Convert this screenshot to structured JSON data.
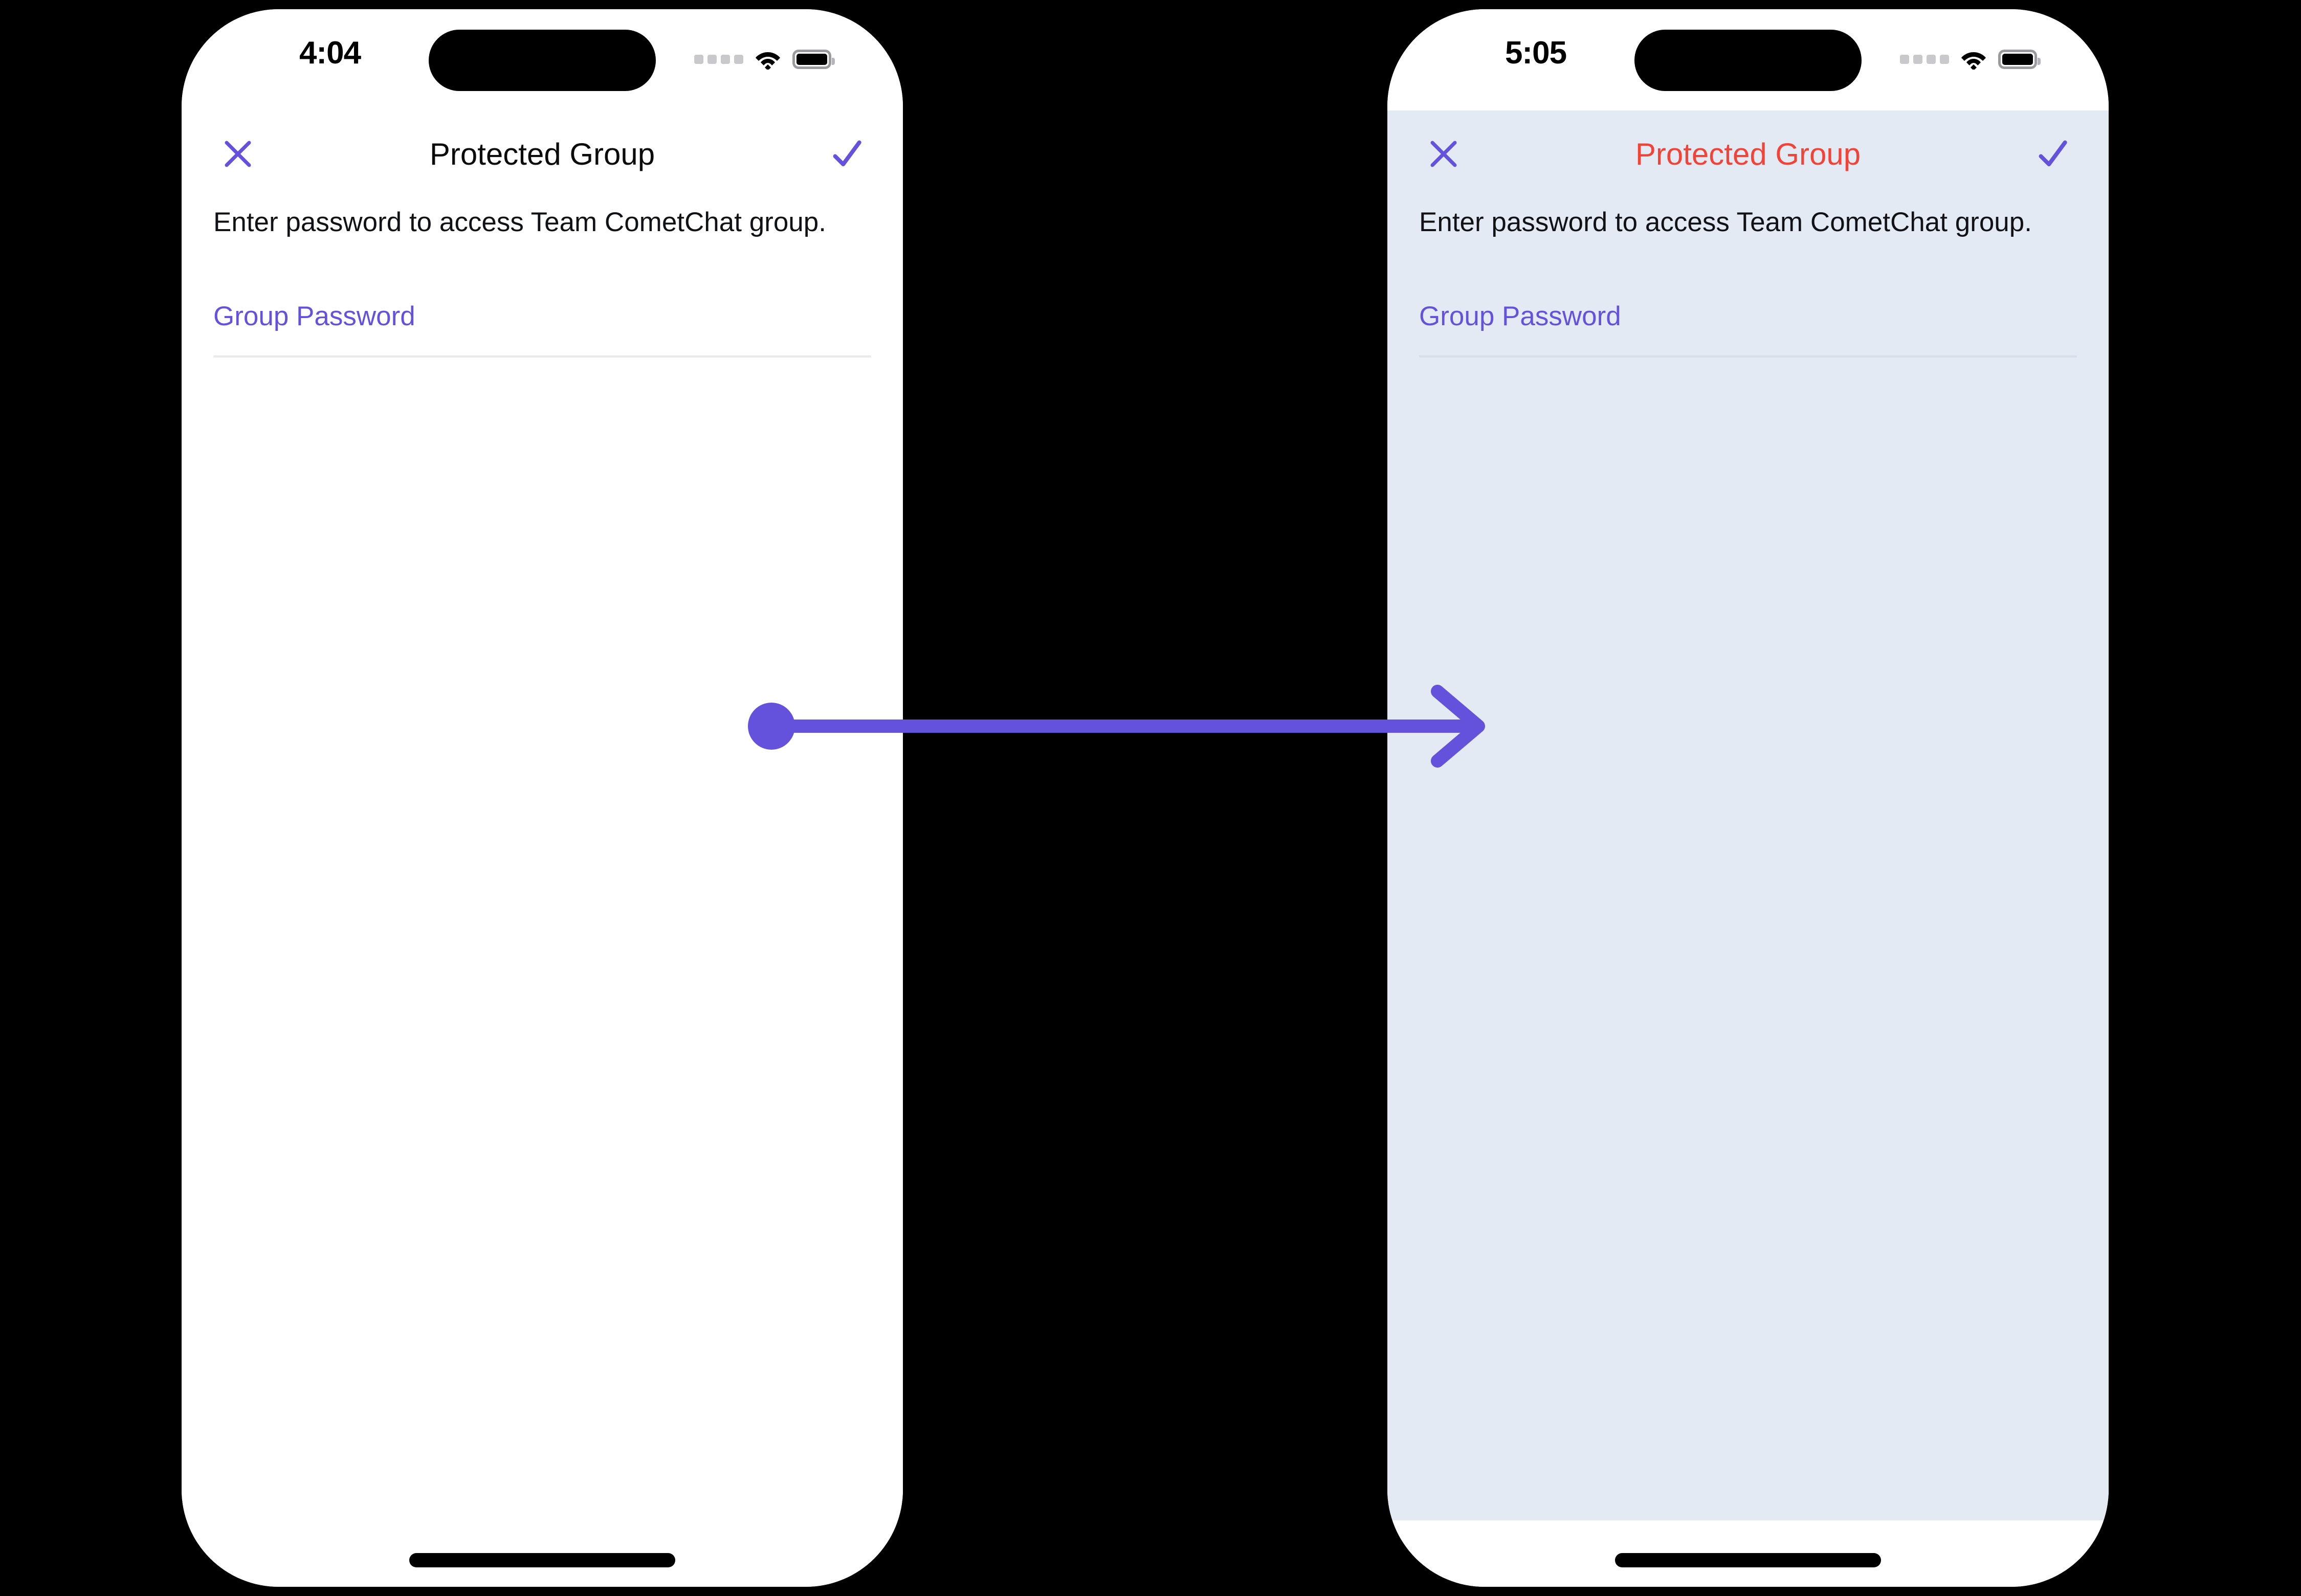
{
  "accent": {
    "purple": "#6552DC",
    "red": "#F04438",
    "screen_white": "#FFFFFF",
    "screen_tinted": "#E4EAF4",
    "rule": "#E9EAEE",
    "canvas": "#000000"
  },
  "annotation": {
    "type": "arrow",
    "direction": "left-to-right",
    "color": "#6552DC",
    "start_marker": "dot",
    "end_marker": "arrowhead"
  },
  "phones": [
    {
      "id": "left",
      "state_name": "default",
      "status_bar": {
        "time": "4:04",
        "cellular_icon": "cellular-bars-icon",
        "wifi_icon": "wifi-icon",
        "battery_icon": "battery-icon"
      },
      "navbar": {
        "close_icon": "close-icon",
        "title": "Protected Group",
        "title_color": "#0B0B0B",
        "confirm_icon": "check-icon"
      },
      "description": "Enter password to access Team CometChat group.",
      "field": {
        "label": "Group Password",
        "value": "",
        "placeholder": "Group Password"
      },
      "home_indicator": "home-indicator"
    },
    {
      "id": "right",
      "state_name": "error",
      "status_bar": {
        "time": "5:05",
        "cellular_icon": "cellular-bars-icon",
        "wifi_icon": "wifi-icon",
        "battery_icon": "battery-icon"
      },
      "navbar": {
        "close_icon": "close-icon",
        "title": "Protected Group",
        "title_color": "#F04438",
        "confirm_icon": "check-icon"
      },
      "description": "Enter password to access Team CometChat group.",
      "field": {
        "label": "Group Password",
        "value": "",
        "placeholder": "Group Password"
      },
      "home_indicator": "home-indicator"
    }
  ]
}
